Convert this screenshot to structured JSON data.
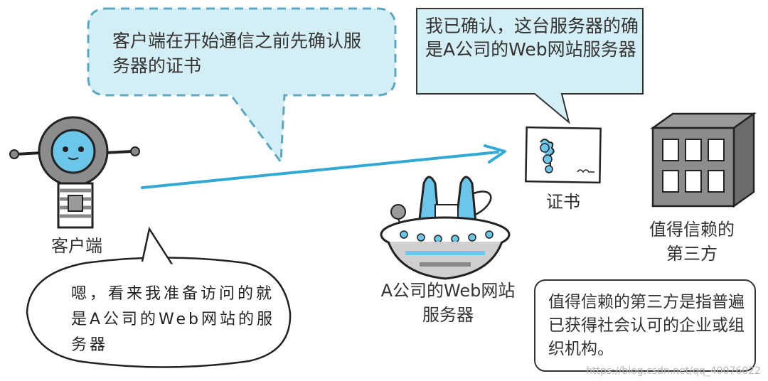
{
  "bubbles": {
    "client_thought": "客户端在开始通信之前先确认服务器的证书",
    "server_confirm": "我已确认，这台服务器的确是A公司的Web网站服务器",
    "client_speech": "嗯，看来我准备访问的就是A公司的Web网站的服务器"
  },
  "labels": {
    "client": "客户端",
    "certificate": "证书",
    "trusted_party": "值得信赖的第三方",
    "web_server": "A公司的Web网站服务器"
  },
  "note": "值得信赖的第三方是指普遍已获得社会认可的企业或组织机构。",
  "watermark": "https://blog.csdn.net/qq_40076022",
  "colors": {
    "bubble_fill": "#d4eef5",
    "bubble_stroke": "#5aa7c0",
    "arrow": "#2fa9d5",
    "accent_blue": "#6cc6ea"
  }
}
